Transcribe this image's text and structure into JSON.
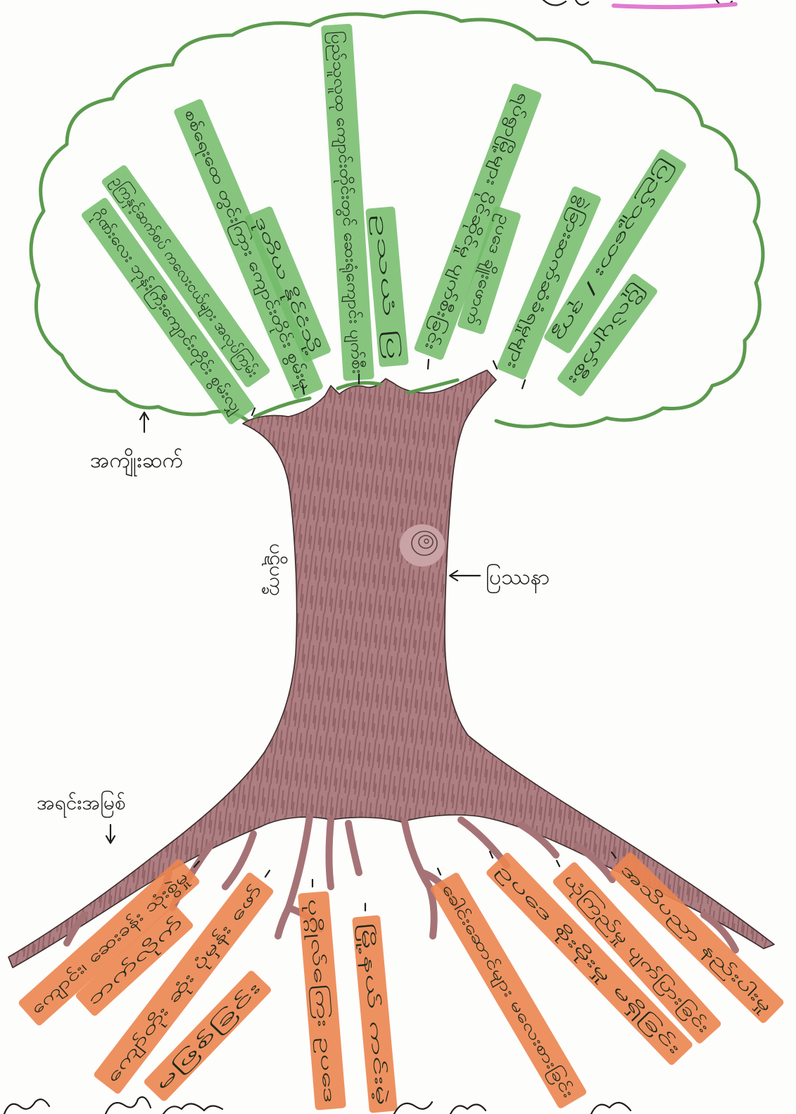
{
  "labels": {
    "effects": "အကျိုးဆက်",
    "problem": "ပြဿနာ",
    "core_issue": "ပဋိပက္ခ",
    "root_causes": "အရင်းအမြစ်"
  },
  "effects": [
    "ဂိုဏ်းလေး ဘုန်းကြီးကျောင်းတိုင်း စွမ်းလျှ",
    "ဥကြနှင့်ဆက်စပ် ကလေးငယ်များ အလုပ်ကြမ်း",
    "စစ်ရေးထေ တွင်းကြား ကျောင်းတိုင်း စွမ်းမှု",
    "ဒုတိယ နိုင်ငံသို့",
    "ပြည်သူလူထု ကျောင်းတိုင်းတွင် ဆေးရုံကျောင်း ပျက်စီး",
    "ဥသယံ ပြ",
    "ရပ်ရွာမြို့များ ပိုင်ဆိုင်မှု ပျက်စီးခြင်း",
    "ဥပဒေ ချိုးဖောက်",
    "ခွဲခြားဆက်ဆံခံရမှုများ",
    "ပြည်သူ့ဘေး / ဒုက္ခ",
    "ပြိုလဲပျက်စီး"
  ],
  "causes": [
    "ကျောင်း၊ ဆေးခန်း သုံးစွဲမှု",
    "ဘက်လိုက်",
    "ကျော်တိုး ဆုံး ပုံမှန်း ဖော်",
    "မဖြစ်ခြင်း",
    "ပုဂ္ဂိုလ်ကြေး ဥပဒေ",
    "မြို့နယ် ကင်းမဲ့",
    "ခေါင်းဆောင်များ မလေးစားခြင်း",
    "ဥပဒေ စိုးမိုးမှု မရှိခြင်း",
    "ယုံကြည်မှု ပျက်ပြားခြင်း",
    "အသိပညာ နည်းပါးမှု"
  ],
  "colors": {
    "crown_outline": "#5b9a4d",
    "leaf_strip": "#72bb68",
    "trunk": "#ad7f82",
    "trunk_texture": "#8f6063",
    "root_strip": "#ec8550",
    "ink": "#1e1e1e",
    "highlight": "#e07ccf"
  }
}
